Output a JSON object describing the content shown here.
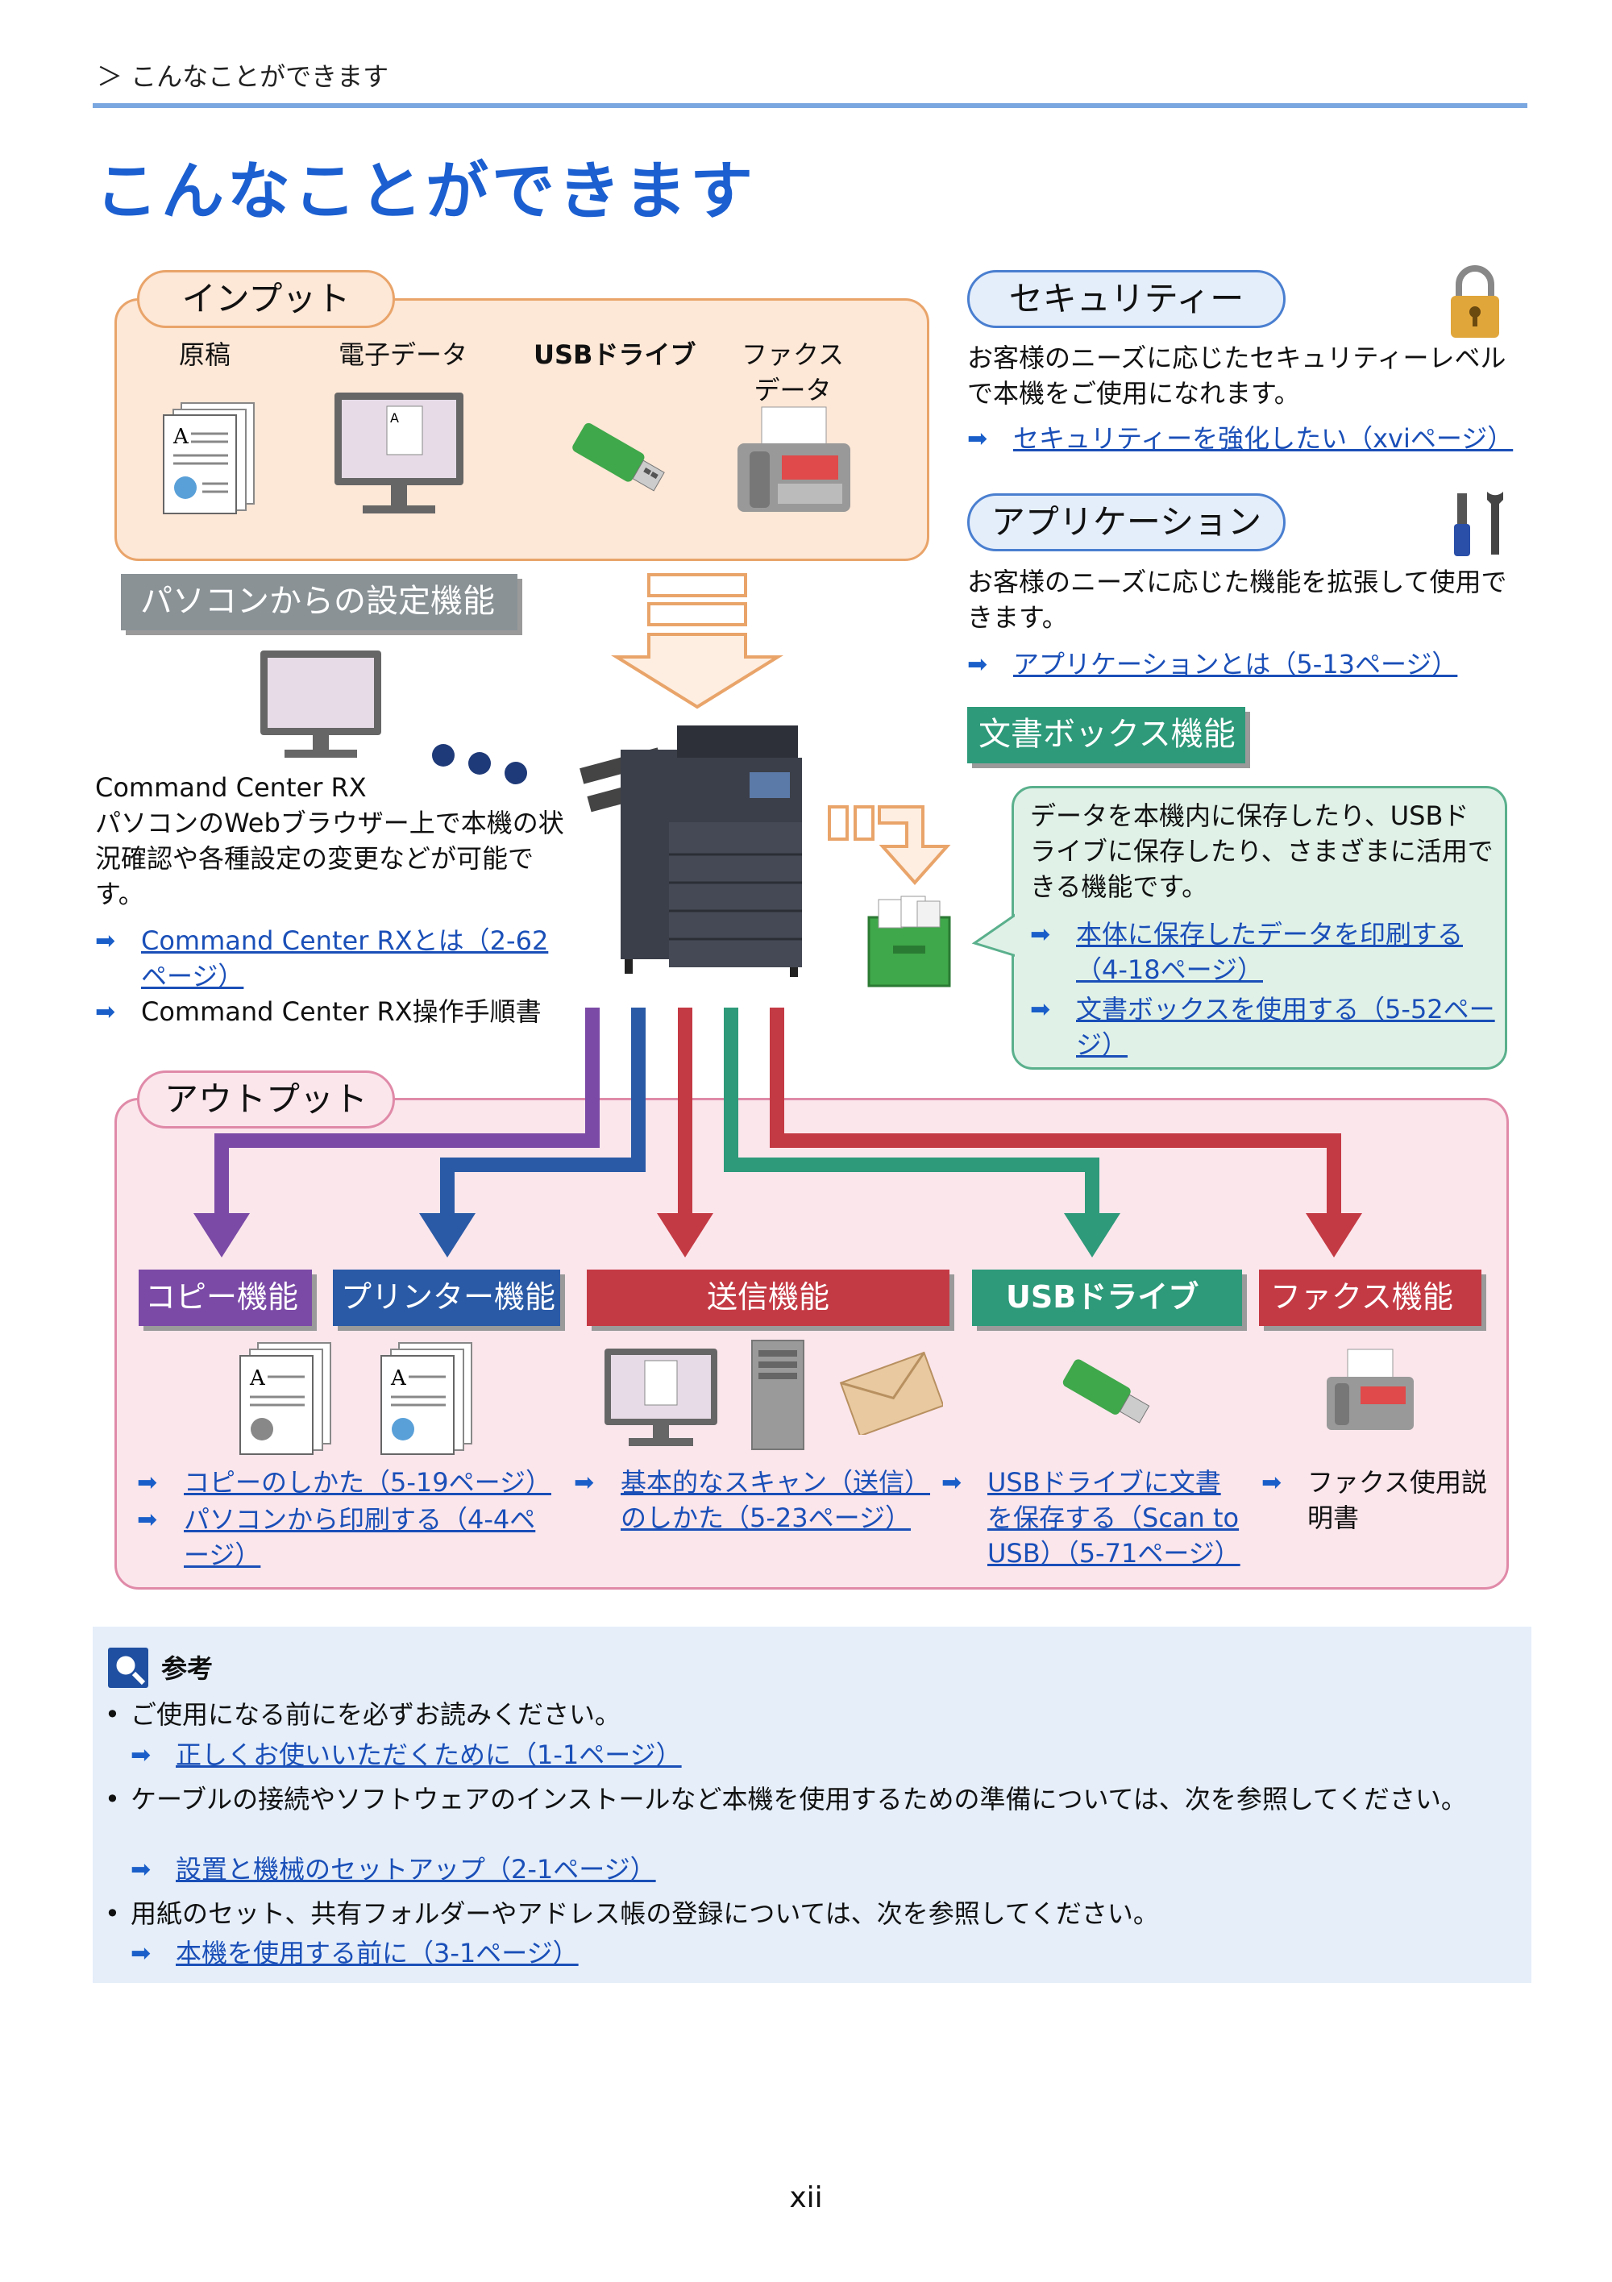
{
  "breadcrumb": "＞ こんなことができます",
  "page_title": "こんなことができます",
  "input": {
    "label": "インプット",
    "items": [
      "原稿",
      "電子データ",
      "USBドライブ",
      "ファクス\nデータ"
    ]
  },
  "pc_settings": {
    "label": "パソコンからの設定機能",
    "app_name": "Command Center RX",
    "description": "パソコンのWebブラウザー上で本機の状況確認や各種設定の変更などが可能です。",
    "link": "Command Center RXとは（2-62ページ）",
    "manual": "Command Center RX操作手順書"
  },
  "security": {
    "label": "セキュリティー",
    "description": "お客様のニーズに応じたセキュリティーレベルで本機をご使用になれます。",
    "link": "セキュリティーを強化したい（xviページ）"
  },
  "application": {
    "label": "アプリケーション",
    "description": "お客様のニーズに応じた機能を拡張して使用できます。",
    "link": "アプリケーションとは（5-13ページ）"
  },
  "document_box": {
    "label": "文書ボックス機能",
    "description": "データを本機内に保存したり、USBドライブに保存したり、さまざまに活用できる機能です。",
    "link1": "本体に保存したデータを印刷する（4-18ページ）",
    "link2": "文書ボックスを使用する（5-52ページ）"
  },
  "output": {
    "label": "アウトプット",
    "copy": {
      "label": "コピー機能",
      "link": "コピーのしかた（5-19ページ）"
    },
    "printer": {
      "label": "プリンター機能",
      "link": "パソコンから印刷する（4-4ページ）"
    },
    "send": {
      "label": "送信機能",
      "link": "基本的なスキャン（送信）のしかた（5-23ページ）"
    },
    "usb": {
      "label": "USBドライブ",
      "link": "USBドライブに文書を保存する（Scan to USB）（5-71ページ）"
    },
    "fax": {
      "label": "ファクス機能",
      "manual": "ファクス使用説明書"
    }
  },
  "note": {
    "title": "参考",
    "b1": "ご使用になる前にを必ずお読みください。",
    "b1_link": "正しくお使いいただくために（1-1ページ）",
    "b2": "ケーブルの接続やソフトウェアのインストールなど本機を使用するための準備については、次を参照してください。",
    "b2_link": "設置と機械のセットアップ（2-1ページ）",
    "b3": "用紙のセット、共有フォルダーやアドレス帳の登録については、次を参照してください。",
    "b3_link": "本機を使用する前に（3-1ページ）"
  },
  "page_number": "xii",
  "colors": {
    "title_blue": "#1b5fd0",
    "link_blue": "#1a4fb8",
    "copy": "#7b4aa6",
    "printer": "#2a5aa6",
    "send": "#c43a44",
    "usb": "#2e9a7a",
    "fax": "#c43a44"
  }
}
